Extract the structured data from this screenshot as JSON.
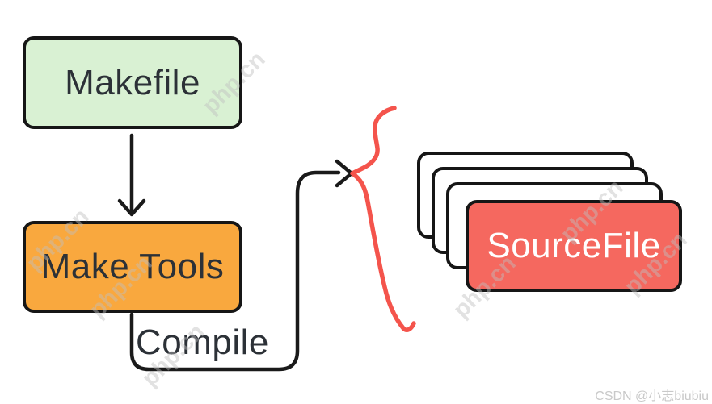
{
  "watermark": {
    "text": "php.cn"
  },
  "credit": {
    "text": "CSDN @小志biubiu"
  },
  "diagram": {
    "nodes": {
      "makefile": {
        "label": "Makefile",
        "fill": "#d9f1d3"
      },
      "make_tools": {
        "label": "Make Tools",
        "fill": "#f9a83e"
      },
      "source_file": {
        "label": "SourceFile",
        "fill": "#f5685f",
        "stack_count": 4
      }
    },
    "edges": {
      "makefile_to_make_tools": {
        "type": "arrow-down"
      },
      "make_tools_to_source_file": {
        "label": "Compile",
        "type": "elbow-arrow"
      }
    },
    "colors": {
      "line": "#1a1a1a",
      "annotation_red": "#f4544c",
      "node_text_dark": "#2c3137",
      "node_text_light": "#ffffff",
      "border": "#161616"
    }
  }
}
